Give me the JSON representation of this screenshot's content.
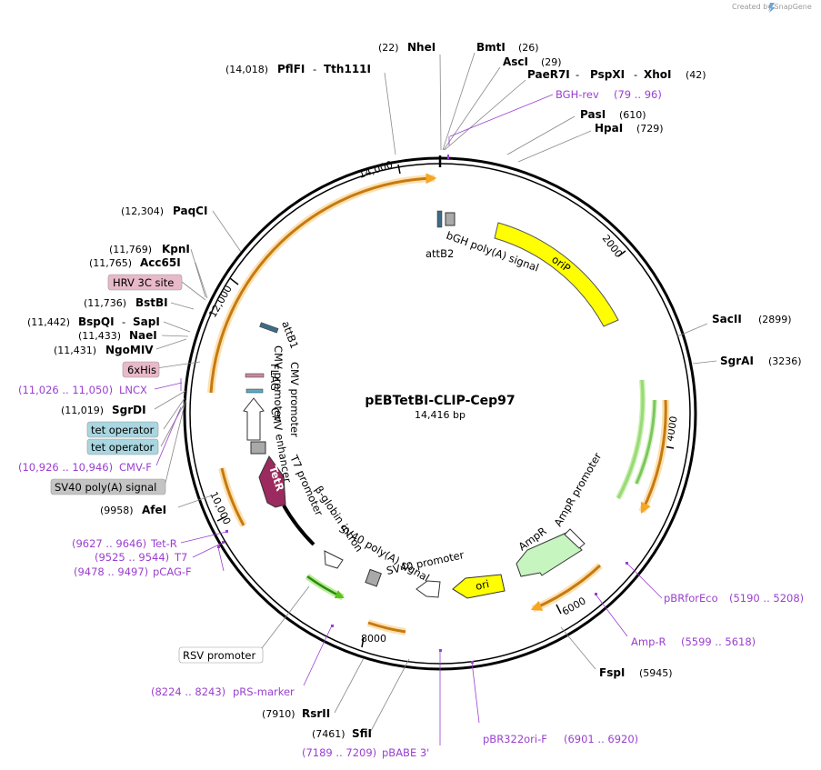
{
  "credit": "Created by SnapGene",
  "plasmid": {
    "name": "pEBTetBI-CLIP-Cep97",
    "length_label": "14,416 bp",
    "length": 14416
  },
  "ticks": [
    "2000",
    "4000",
    "6000",
    "8000",
    "10,000",
    "12,000",
    "14,000"
  ],
  "enzymes": [
    {
      "name": "NheI",
      "pos": "(22)"
    },
    {
      "name": "BmtI",
      "pos": "(26)"
    },
    {
      "name": "AscI",
      "pos": "(29)"
    },
    {
      "name": "PaeR7I",
      "pos": ""
    },
    {
      "name": "PspXI",
      "pos": ""
    },
    {
      "name": "XhoI",
      "pos": "(42)"
    },
    {
      "name": "PflFI",
      "pos": "(14,018)"
    },
    {
      "name": "Tth111I",
      "pos": ""
    },
    {
      "name": "PasI",
      "pos": "(610)"
    },
    {
      "name": "HpaI",
      "pos": "(729)"
    },
    {
      "name": "SacII",
      "pos": "(2899)"
    },
    {
      "name": "SgrAI",
      "pos": "(3236)"
    },
    {
      "name": "FspI",
      "pos": "(5945)"
    },
    {
      "name": "SfiI",
      "pos": "(7461)"
    },
    {
      "name": "RsrII",
      "pos": "(7910)"
    },
    {
      "name": "AfeI",
      "pos": "(9958)"
    },
    {
      "name": "SgrDI",
      "pos": "(11,019)"
    },
    {
      "name": "NgoMIV",
      "pos": "(11,431)"
    },
    {
      "name": "NaeI",
      "pos": "(11,433)"
    },
    {
      "name": "BspQI",
      "pos": "(11,442)"
    },
    {
      "name": "SapI",
      "pos": ""
    },
    {
      "name": "BstBI",
      "pos": "(11,736)"
    },
    {
      "name": "Acc65I",
      "pos": "(11,765)"
    },
    {
      "name": "KpnI",
      "pos": "(11,769)"
    },
    {
      "name": "PaqCI",
      "pos": "(12,304)"
    }
  ],
  "primers": [
    {
      "name": "BGH-rev",
      "range": "(79 .. 96)"
    },
    {
      "name": "pBRforEco",
      "range": "(5190 .. 5208)"
    },
    {
      "name": "Amp-R",
      "range": "(5599 .. 5618)"
    },
    {
      "name": "pBR322ori-F",
      "range": "(6901 .. 6920)"
    },
    {
      "name": "pBABE 3'",
      "range": "(7189 .. 7209)"
    },
    {
      "name": "pRS-marker",
      "range": "(8224 .. 8243)"
    },
    {
      "name": "pCAG-F",
      "range": "(9478 .. 9497)"
    },
    {
      "name": "T7",
      "range": "(9525 .. 9544)"
    },
    {
      "name": "Tet-R",
      "range": "(9627 .. 9646)"
    },
    {
      "name": "CMV-F",
      "range": "(10,926 .. 10,946)"
    },
    {
      "name": "LNCX",
      "range": "(11,026 .. 11,050)"
    }
  ],
  "boxed_features": [
    {
      "name": "HRV 3C site",
      "color": "#e8b9c8"
    },
    {
      "name": "6xHis",
      "color": "#e8b9c8"
    },
    {
      "name": "tet operator",
      "color": "#a9d6e0"
    },
    {
      "name": "tet operator",
      "color": "#a9d6e0"
    },
    {
      "name": "SV40 poly(A) signal",
      "color": "#c4c4c4"
    },
    {
      "name": "RSV promoter",
      "color": "#ffffff"
    }
  ],
  "inner_features": {
    "attB2": "attB2",
    "bgh": "bGH poly(A) signal",
    "oriP": "oriP",
    "ampr_promoter": "AmpR promoter",
    "ampr": "AmpR",
    "ori": "ori",
    "sv40_promoter": "SV40 promoter",
    "sv40_polya": "SV40 poly(A) signal",
    "bglobin": "β-globin intron",
    "t7": "T7 promoter",
    "tetr": "TetR",
    "cmv_enh": "CMV enhancer",
    "cmv_prom": "CMV promoter",
    "cmv_prom2": "CMV promoter",
    "flag": "FLAG",
    "attB1": "attB1"
  },
  "colors": {
    "orf_orange": "#f5a623",
    "oriP_yellow": "#ffff00",
    "ori_yellow": "#ffff00",
    "green_arrow": "#5cc41a",
    "ampr_fill": "#c6f5c0",
    "tetr_fill": "#9b2a5e",
    "primer_purple": "#9a3fd0"
  }
}
